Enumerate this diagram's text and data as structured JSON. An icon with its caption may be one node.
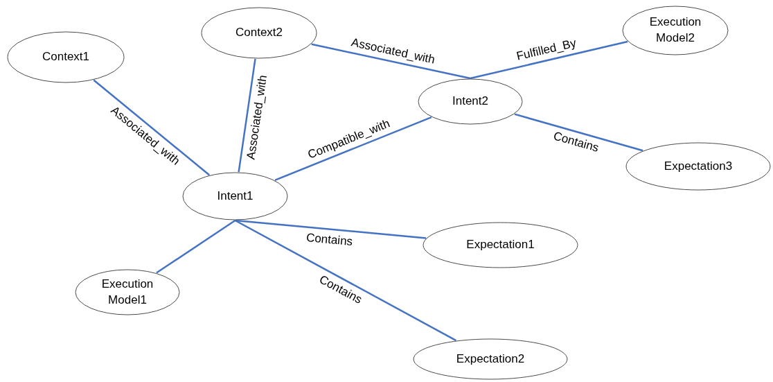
{
  "diagram": {
    "nodes": [
      {
        "text": [
          "Context1"
        ]
      },
      {
        "text": [
          "Context2"
        ]
      },
      {
        "text": [
          "Execution Model2"
        ]
      },
      {
        "text": [
          "Intent2"
        ]
      },
      {
        "text": [
          "Intent1"
        ]
      },
      {
        "text": [
          "Expectation3"
        ]
      },
      {
        "text": [
          "Expectation1"
        ]
      },
      {
        "text": [
          "Execution Model1"
        ]
      },
      {
        "text": [
          "Expectation2"
        ]
      }
    ],
    "edges": [
      {
        "from": 0,
        "to": 4,
        "arrow": "none",
        "label": "Associated_with"
      },
      {
        "from": 1,
        "to": 4,
        "arrow": "none",
        "label": "Associated_with"
      },
      {
        "from": 1,
        "to": 3,
        "arrow": "none",
        "label": "Associated_with"
      },
      {
        "from": 3,
        "to": 2,
        "arrow": "none",
        "label": "Fulfilled_By"
      },
      {
        "from": 4,
        "to": 3,
        "arrow": "none",
        "label": "Compatible_with"
      },
      {
        "from": 3,
        "to": 5,
        "arrow": "none",
        "label": "Contains"
      },
      {
        "from": 4,
        "to": 6,
        "arrow": "none",
        "label": "Contains"
      },
      {
        "from": 4,
        "to": 7,
        "arrow": "none"
      },
      {
        "from": 4,
        "to": 8,
        "arrow": "none",
        "label": "Contains"
      }
    ]
  }
}
